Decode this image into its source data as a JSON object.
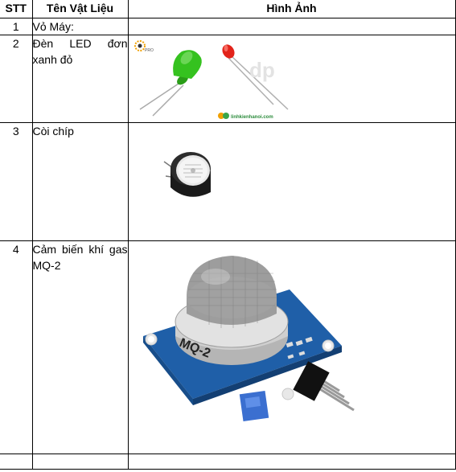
{
  "table": {
    "headers": {
      "stt": "STT",
      "name": "Tên Vật Liệu",
      "image": "Hình Ảnh"
    },
    "rows": [
      {
        "stt": "1",
        "name": "Vỏ Máy:"
      },
      {
        "stt": "2",
        "name": "Đèn LED đơn xanh đỏ"
      },
      {
        "stt": "3",
        "name": "Còi chíp"
      },
      {
        "stt": "4",
        "name": "Cảm biến khí gas MQ-2"
      },
      {
        "stt": "",
        "name": ""
      }
    ]
  },
  "images": {
    "led_watermark": "linhkienhanoi.com",
    "logo_small": "PRO",
    "sensor_label": "MQ-2"
  },
  "colors": {
    "led_green": "#35c21f",
    "led_red": "#e2231a",
    "pcb_blue": "#1f5fa8",
    "buzzer_black": "#1a1a1a"
  }
}
